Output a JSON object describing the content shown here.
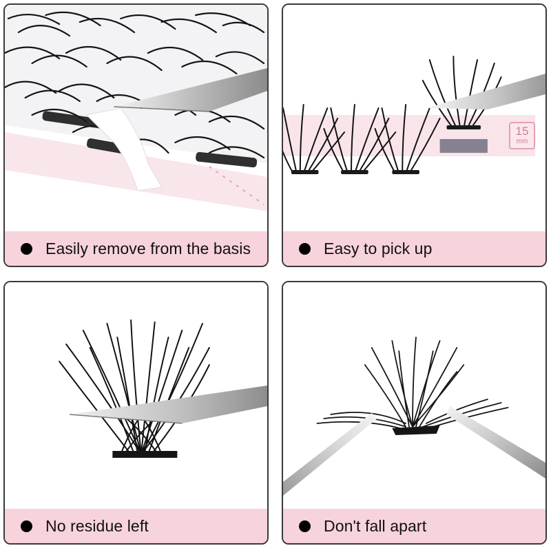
{
  "panels": [
    {
      "caption": "Easily remove from the basis",
      "bullet_icon": "filled-circle-icon",
      "image": "lash-tray-with-tweezers"
    },
    {
      "caption": "Easy to pick up",
      "bullet_icon": "filled-circle-icon",
      "image": "lash-clusters-on-strip",
      "length_tag": {
        "value": "15",
        "unit": "mm"
      }
    },
    {
      "caption": "No residue left",
      "bullet_icon": "filled-circle-icon",
      "image": "single-cluster-on-tweezer"
    },
    {
      "caption": "Don't fall apart",
      "bullet_icon": "filled-circle-icon",
      "image": "cluster-held-by-two-tweezers"
    }
  ],
  "colors": {
    "caption_bar": "#f7d3dc",
    "border": "#3a3a3a",
    "lash": "#111111",
    "tweezer": "#c8c8c8",
    "tag": "#d17f90"
  }
}
